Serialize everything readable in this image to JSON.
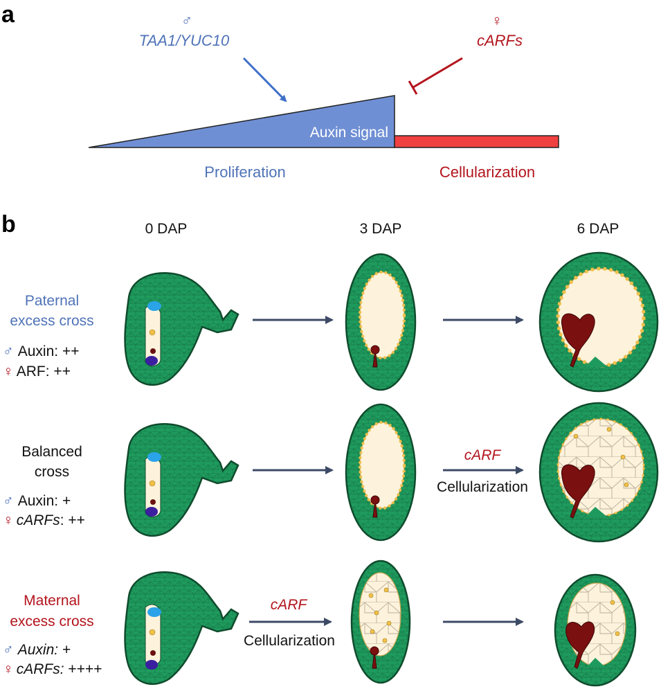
{
  "panels": {
    "a": "a",
    "b": "b"
  },
  "panel_a": {
    "paternal_symbol": "♂",
    "paternal_genes": "TAA1/YUC10",
    "maternal_symbol": "♀",
    "maternal_genes": "cARFs",
    "signal_label": "Auxin signal",
    "left_label": "Proliferation",
    "right_label": "Cellularization",
    "colors": {
      "blue": "#6f8fd4",
      "red": "#f04040",
      "arrow_blue": "#3f6fc8",
      "inhib_red": "#b3141d"
    }
  },
  "panel_b": {
    "time_points": [
      "0 DAP",
      "3 DAP",
      "6 DAP"
    ],
    "rows": [
      {
        "title_line1": "Paternal",
        "title_line2": "excess cross",
        "line1_symbol": "♂",
        "line1_label": "Auxin:",
        "line1_value": " ++",
        "line2_symbol": "♀",
        "line2_label": "ARF:",
        "line2_value": " ++",
        "arrow1_top": "",
        "arrow1_bottom": "",
        "arrow2_top": "",
        "arrow2_bottom": ""
      },
      {
        "title_line1": "Balanced",
        "title_line2": "cross",
        "line1_symbol": "♂",
        "line1_label": "Auxin:",
        "line1_value": " +",
        "line2_symbol": "♀",
        "line2_label": "cARFs",
        "line2_value": ": ++",
        "arrow1_top": "",
        "arrow1_bottom": "",
        "arrow2_top": "cARF",
        "arrow2_bottom": "Cellularization"
      },
      {
        "title_line1": "Maternal",
        "title_line2": "excess cross",
        "line1_symbol": "♂",
        "line1_label": "Auxin:",
        "line1_value": " +",
        "line2_symbol": "♀",
        "line2_label": "cARFs:",
        "line2_value": " ++++",
        "arrow1_top": "cARF",
        "arrow1_bottom": "Cellularization",
        "arrow2_top": "",
        "arrow2_bottom": ""
      }
    ],
    "colors": {
      "seed_coat": "#1f9a5e",
      "endosperm": "#fdf3dc",
      "nuclei": "#f2c14a",
      "embryo": "#7a1010",
      "arrow": "#3d4a66"
    }
  }
}
